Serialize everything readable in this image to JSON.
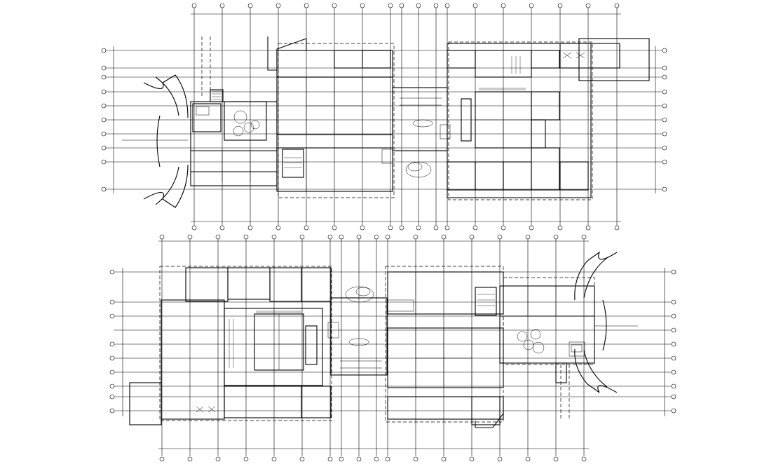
{
  "drawing": {
    "type": "architectural-floor-plan",
    "sheets": [
      {
        "name": "upper-plan",
        "orientation": "entrance-left"
      },
      {
        "name": "lower-plan",
        "orientation": "entrance-right"
      }
    ],
    "line_color": "#000000",
    "background": "#ffffff"
  }
}
